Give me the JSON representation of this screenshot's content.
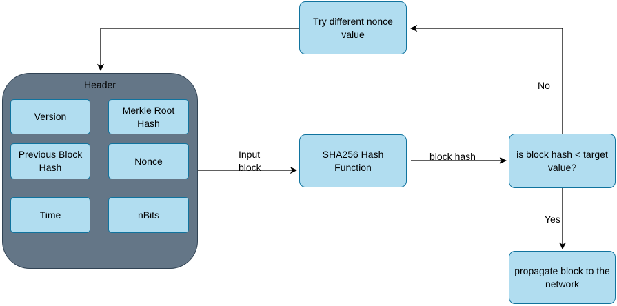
{
  "header": {
    "title": "Header",
    "fields": {
      "version": "Version",
      "merkle_root_hash": "Merkle Root Hash",
      "previous_block_hash": "Previous Block Hash",
      "nonce": "Nonce",
      "time": "Time",
      "nbits": "nBits"
    }
  },
  "nodes": {
    "try_nonce": "Try different nonce value",
    "sha256": "SHA256 Hash Function",
    "decision": "is block hash < target value?",
    "propagate": "propagate block to the network"
  },
  "edge_labels": {
    "input_block_line1": "Input",
    "input_block_line2": "block",
    "block_hash": "block hash",
    "no": "No",
    "yes": "Yes"
  },
  "colors": {
    "node_fill": "#b1ddf0",
    "node_stroke": "#10739e",
    "container_fill": "#647687",
    "container_stroke": "#314354",
    "edge": "#000000"
  }
}
